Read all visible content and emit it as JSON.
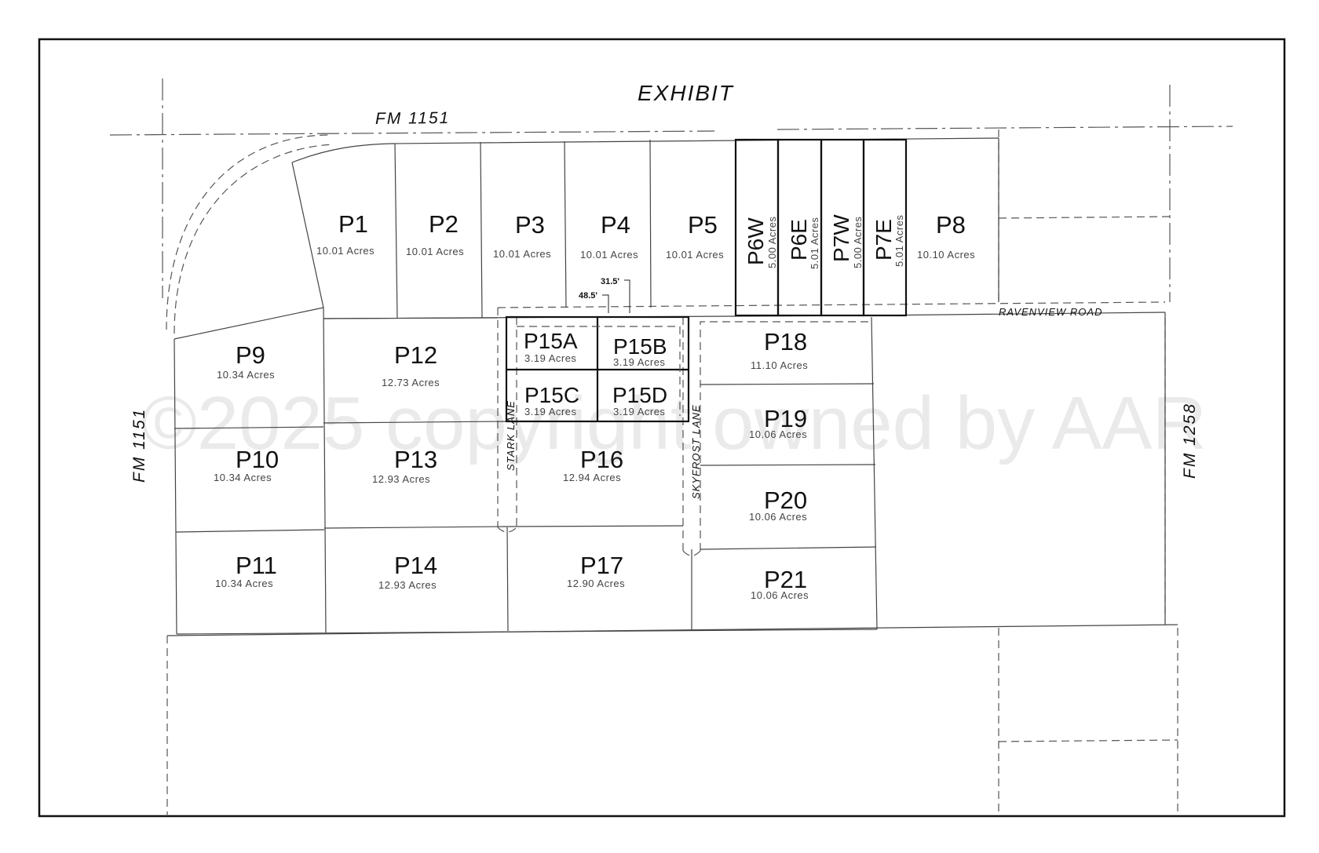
{
  "title": "EXHIBIT",
  "roads": {
    "fm1151_top": "FM 1151",
    "fm1151_left": "FM 1151",
    "fm1258": "FM 1258",
    "ravenview": "RAVENVIEW ROAD",
    "stark": "STARK LANE",
    "skyfrost": "SKYFROST LANE"
  },
  "dimensions": {
    "d1": "31.5'",
    "d2": "48.5'"
  },
  "parcels": {
    "p1": {
      "id": "P1",
      "acres": "10.01  Acres"
    },
    "p2": {
      "id": "P2",
      "acres": "10.01  Acres"
    },
    "p3": {
      "id": "P3",
      "acres": "10.01  Acres"
    },
    "p4": {
      "id": "P4",
      "acres": "10.01  Acres"
    },
    "p5": {
      "id": "P5",
      "acres": "10.01  Acres"
    },
    "p6w": {
      "id": "P6W",
      "acres": "5.00  Acres"
    },
    "p6e": {
      "id": "P6E",
      "acres": "5.01  Acres"
    },
    "p7w": {
      "id": "P7W",
      "acres": "5.00  Acres"
    },
    "p7e": {
      "id": "P7E",
      "acres": "5.01  Acres"
    },
    "p8": {
      "id": "P8",
      "acres": "10.10  Acres"
    },
    "p9": {
      "id": "P9",
      "acres": "10.34  Acres"
    },
    "p10": {
      "id": "P10",
      "acres": "10.34  Acres"
    },
    "p11": {
      "id": "P11",
      "acres": "10.34  Acres"
    },
    "p12": {
      "id": "P12",
      "acres": "12.73  Acres"
    },
    "p13": {
      "id": "P13",
      "acres": "12.93  Acres"
    },
    "p14": {
      "id": "P14",
      "acres": "12.93  Acres"
    },
    "p15a": {
      "id": "P15A",
      "acres": "3.19  Acres"
    },
    "p15b": {
      "id": "P15B",
      "acres": "3.19  Acres"
    },
    "p15c": {
      "id": "P15C",
      "acres": "3.19  Acres"
    },
    "p15d": {
      "id": "P15D",
      "acres": "3.19  Acres"
    },
    "p16": {
      "id": "P16",
      "acres": "12.94  Acres"
    },
    "p17": {
      "id": "P17",
      "acres": "12.90  Acres"
    },
    "p18": {
      "id": "P18",
      "acres": "11.10  Acres"
    },
    "p19": {
      "id": "P19",
      "acres": "10.06  Acres"
    },
    "p20": {
      "id": "P20",
      "acres": "10.06  Acres"
    },
    "p21": {
      "id": "P21",
      "acres": "10.06  Acres"
    }
  },
  "watermark": "©2025 copyright owned by AAR"
}
